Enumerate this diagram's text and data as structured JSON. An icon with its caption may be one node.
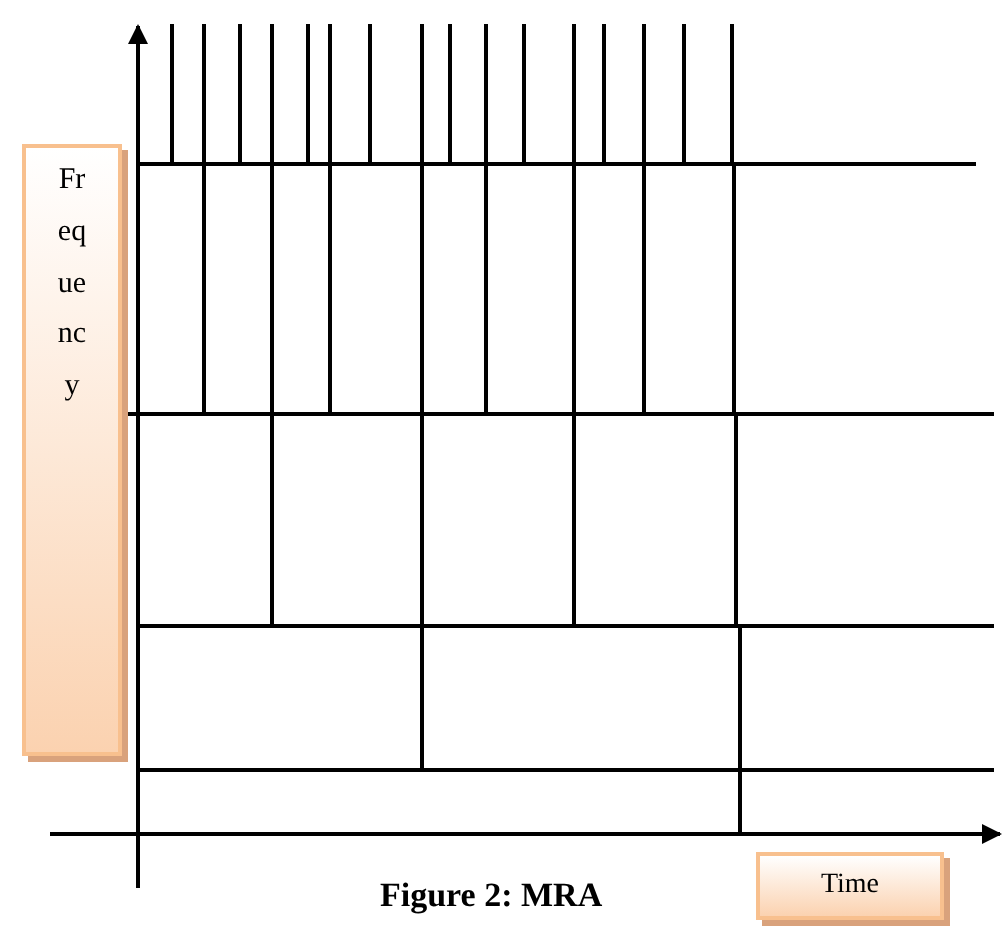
{
  "diagram": {
    "caption": "Figure 2:  MRA",
    "nodes": [
      {
        "text": [
          "Frequency"
        ]
      },
      {
        "text": [
          "Time"
        ]
      }
    ]
  }
}
